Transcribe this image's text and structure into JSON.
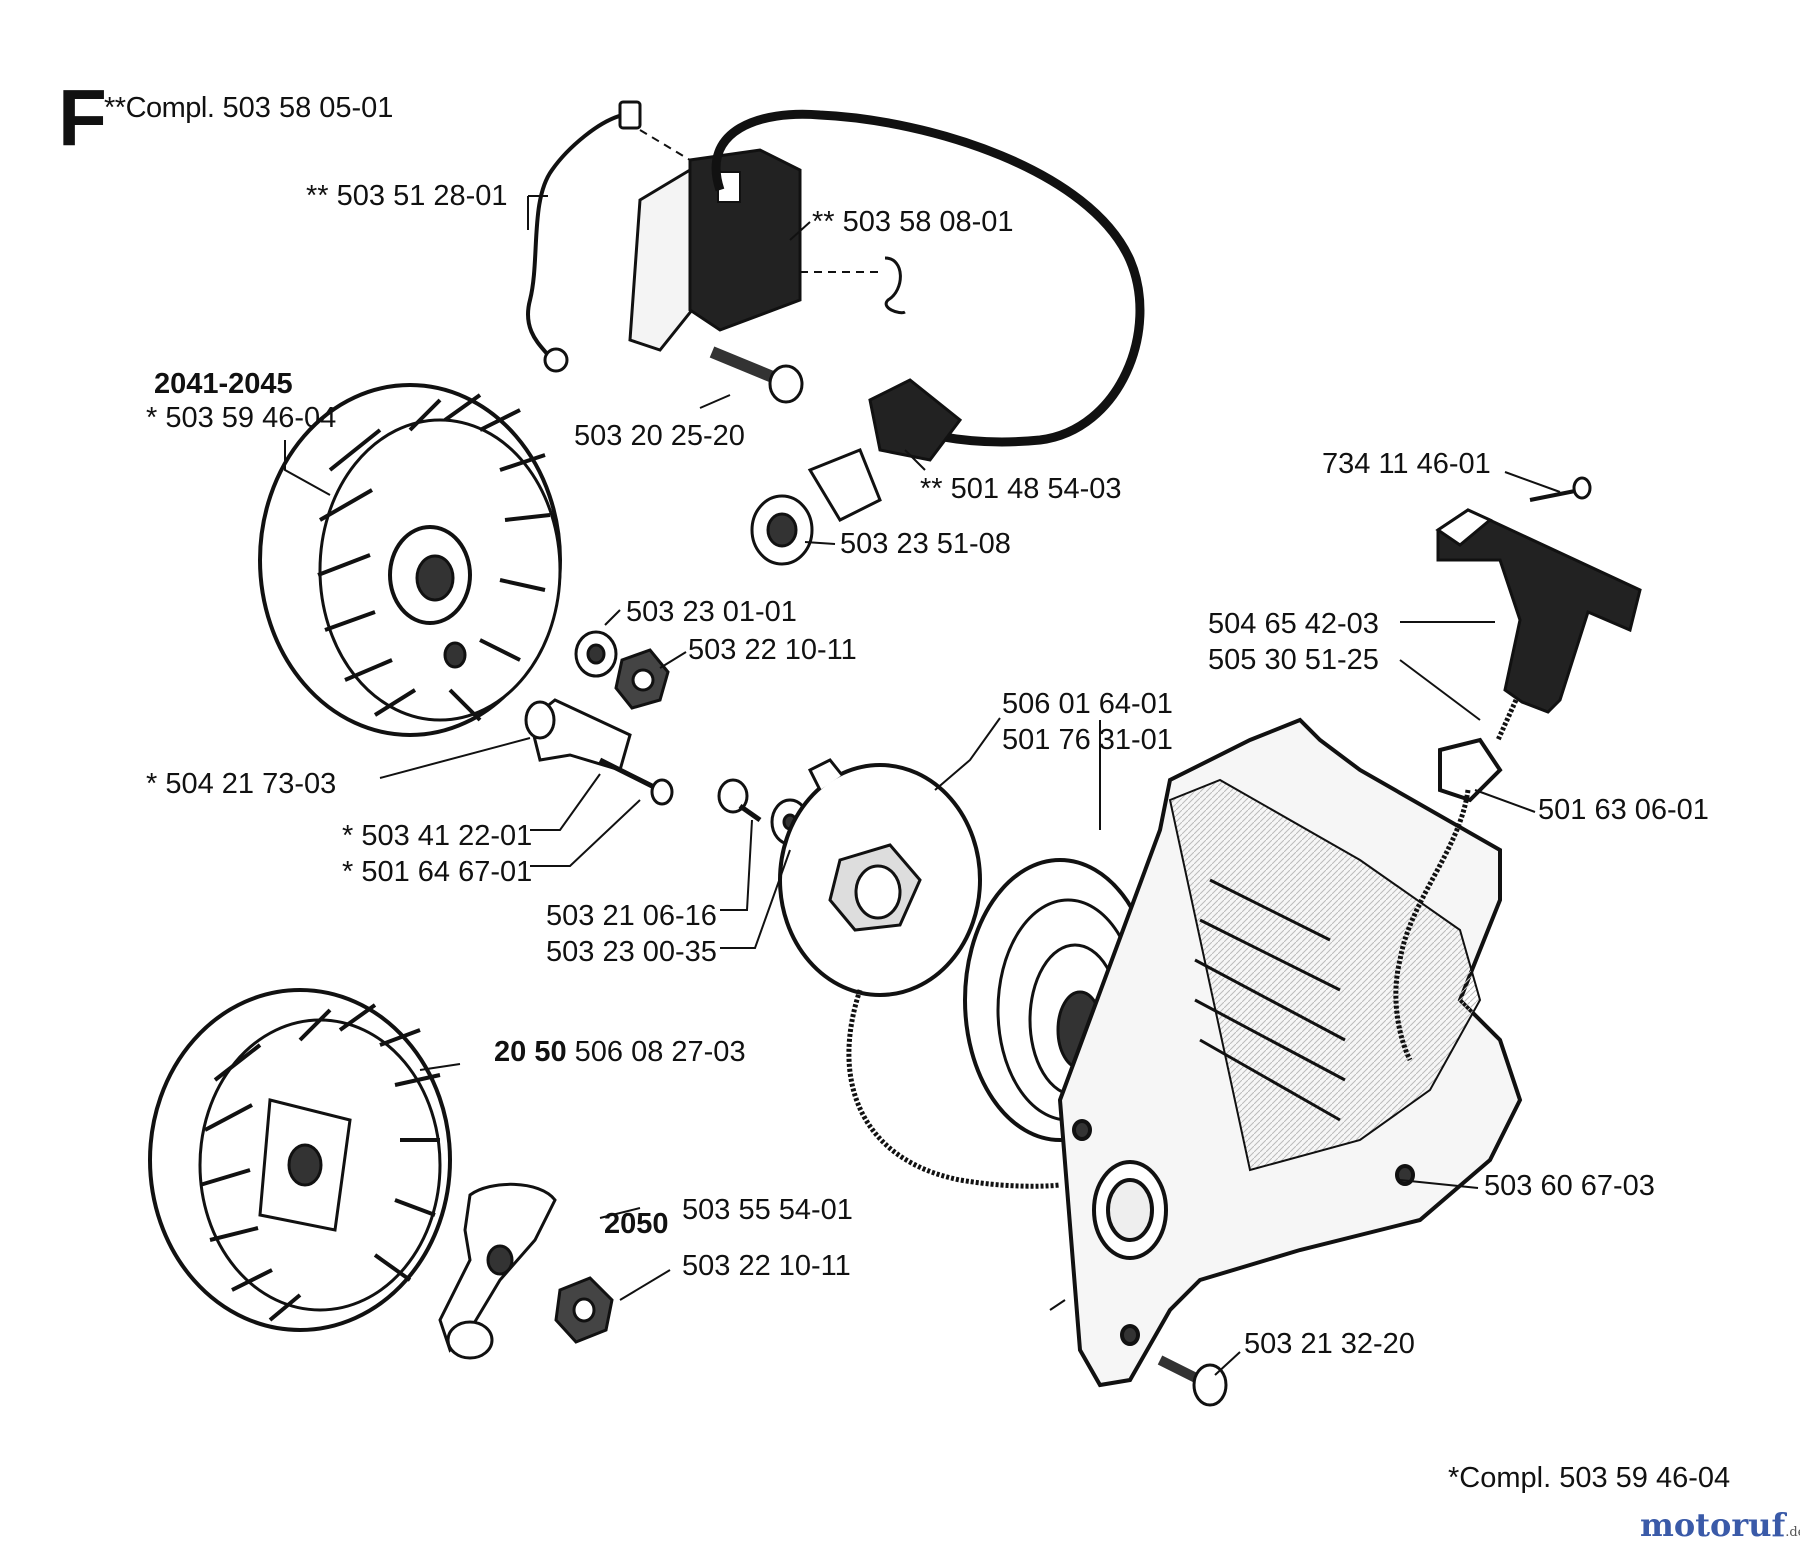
{
  "header": {
    "section_letter": "F",
    "compl_prefix": "**Compl.",
    "compl_number": "503 58 05-01"
  },
  "labels": {
    "coil_wire": "** 503 51 28-01",
    "coil": "** 503 58 08-01",
    "model_range": "2041-2045",
    "flywheel_a": "* 503 59 46-04",
    "coil_screw": "503 20 25-20",
    "spark_cap": "** 501 48 54-03",
    "spark_plug": "503 23 51-08",
    "washer_a": "503 23 01-01",
    "nut_a": "503 22 10-11",
    "pawl_a": "* 504 21 73-03",
    "pawl_spring": "* 503 41 22-01",
    "pawl_screw": "* 501 64 67-01",
    "pulley_screw": "503 21 06-16",
    "pulley_washer": "503 23 00-35",
    "pulley_a": "506 01 64-01",
    "pulley_b": "501 76 31-01",
    "handle_pin": "734 11 46-01",
    "handle": "504 65 42-03",
    "rope": "505 30 51-25",
    "rope_guide": "501 63 06-01",
    "model_2050_prefix": "20 50",
    "flywheel_b": "506 08 27-03",
    "model_2050": "2050",
    "pawl_b": "503 55 54-01",
    "nut_b": "503 22 10-11",
    "starter_housing": "503 60 67-03",
    "housing_screw": "503 21 32-20"
  },
  "footer": {
    "compl_prefix": "*Compl.",
    "compl_number": "503 59 46-04",
    "brand_main": "motoruf",
    "brand_tld": ".de"
  },
  "colors": {
    "ink": "#111111",
    "brand_blue": "#3a5aa8",
    "brand_red": "#c8202a",
    "brand_gray": "#8a8a8a"
  }
}
